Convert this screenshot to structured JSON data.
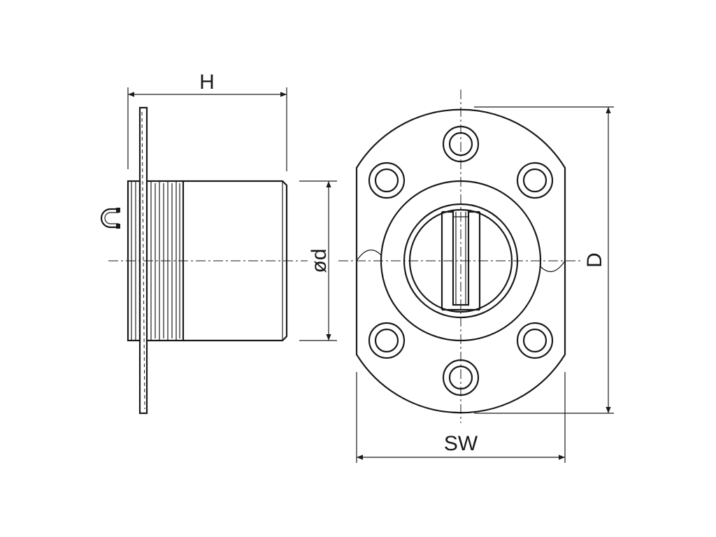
{
  "labels": {
    "height": "H",
    "diameter": "ød",
    "outer_diameter": "D",
    "width_across": "SW"
  },
  "icons": {
    "magnet": "magnet-icon"
  },
  "colors": {
    "line": "#1a1a1a",
    "background": "#ffffff"
  }
}
